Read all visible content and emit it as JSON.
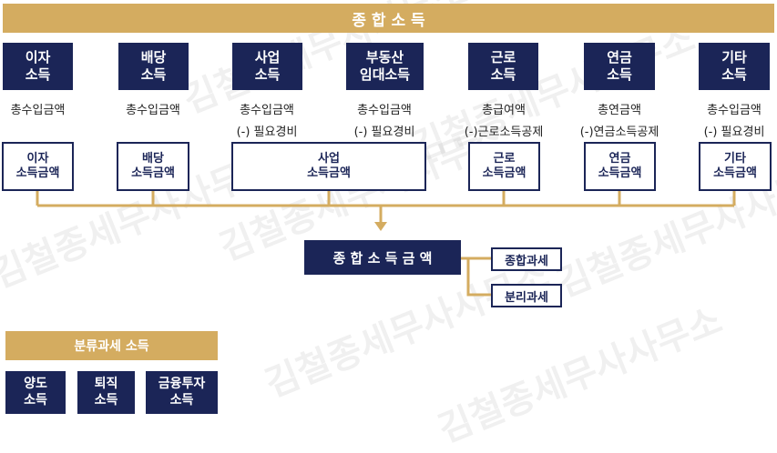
{
  "header": {
    "title": "종 합 소 득"
  },
  "categories": [
    {
      "name": "이자\n소득",
      "desc": [
        "총수입금액"
      ],
      "result": "이자\n소득금액"
    },
    {
      "name": "배당\n소득",
      "desc": [
        "총수입금액"
      ],
      "result": "배당\n소득금액"
    },
    {
      "name": "사업\n소득",
      "desc": [
        "총수입금액",
        "(-)  필요경비"
      ],
      "result": "사업\n소득금액"
    },
    {
      "name": "부동산\n임대소득",
      "desc": [
        "총수입금액",
        "(-)  필요경비"
      ],
      "result": ""
    },
    {
      "name": "근로\n소득",
      "desc": [
        "총급여액",
        "(-)근로소득공제"
      ],
      "result": "근로\n소득금액"
    },
    {
      "name": "연금\n소득",
      "desc": [
        "총연금액",
        "(-)연금소득공제"
      ],
      "result": "연금\n소득금액"
    },
    {
      "name": "기타\n소득",
      "desc": [
        "총수입금액",
        "(-)  필요경비"
      ],
      "result": "기타\n소득금액"
    }
  ],
  "total": {
    "label": "종 합 소 득 금 액"
  },
  "tax_methods": {
    "combined": "종합과세",
    "separate": "분리과세"
  },
  "separate_section": {
    "title": "분류과세 소득",
    "items": [
      "양도\n소득",
      "퇴직\n소득",
      "금융투자\n소득"
    ]
  },
  "watermark": "김철종세무사사무소",
  "colors": {
    "gold": "#d4ac60",
    "navy": "#1b2557",
    "white": "#ffffff"
  }
}
